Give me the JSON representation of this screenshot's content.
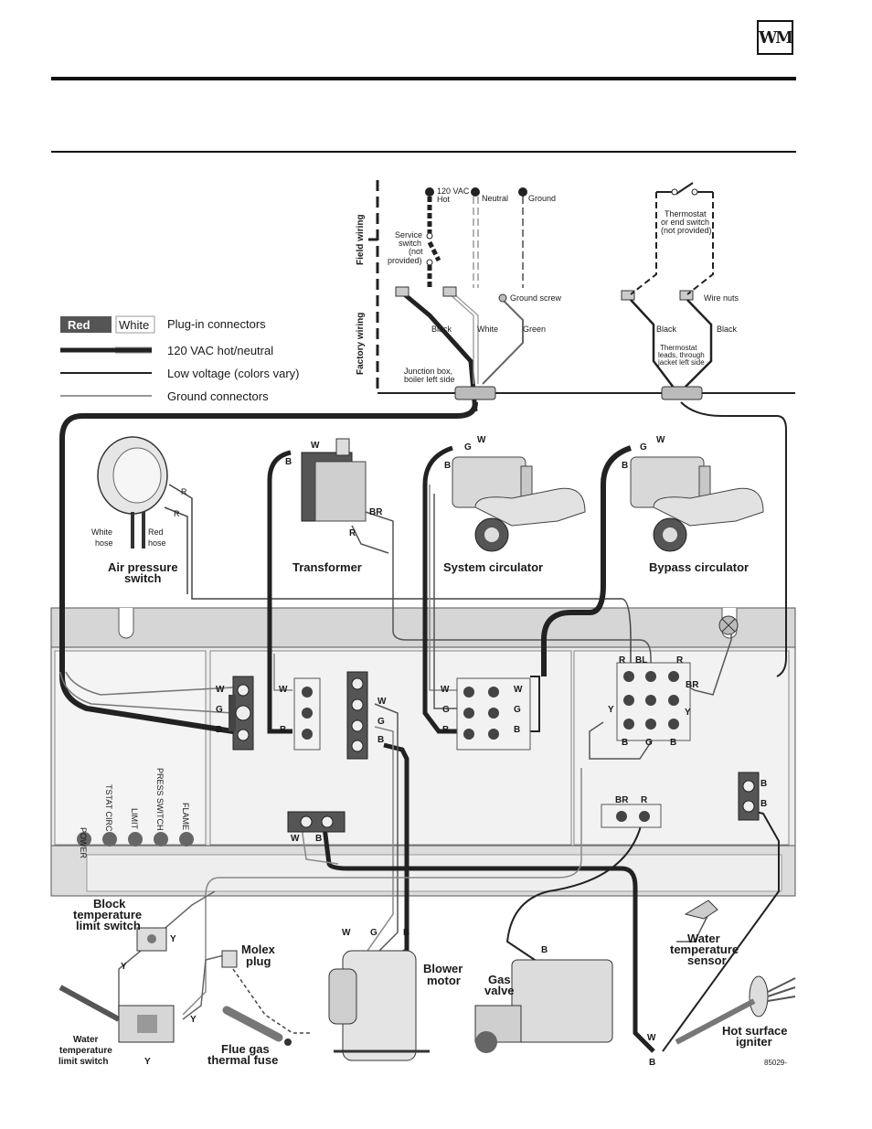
{
  "header": {
    "logo_text": "WM",
    "figure_id": "85029-"
  },
  "legend": {
    "red": "Red",
    "white": "White",
    "plug_in": "Plug-in connectors",
    "hot_neutral": "120 VAC hot/neutral",
    "low_voltage": "Low voltage (colors vary)",
    "ground": "Ground connectors"
  },
  "field": {
    "field_wiring": "Field wiring",
    "factory_wiring": "Factory wiring",
    "hot_1": "120 VAC",
    "hot_2": "Hot",
    "neutral": "Neutral",
    "ground": "Ground",
    "service_1": "Service",
    "service_2": "switch",
    "service_3": "(not",
    "service_4": "provided)",
    "ground_screw": "Ground screw",
    "black": "Black",
    "white": "White",
    "green": "Green",
    "junction_1": "Junction box,",
    "junction_2": "boiler left side",
    "tstat_1": "Thermostat",
    "tstat_2": "or end switch",
    "tstat_3": "(not provided)",
    "wire_nuts": "Wire nuts",
    "black_l": "Black",
    "black_r": "Black",
    "leads_1": "Thermostat",
    "leads_2": "leads, through",
    "leads_3": "jacket left side"
  },
  "components": {
    "air_pressure_1": "Air pressure",
    "air_pressure_2": "switch",
    "white_hose_1": "White",
    "white_hose_2": "hose",
    "red_hose_1": "Red",
    "red_hose_2": "hose",
    "transformer": "Transformer",
    "system_circ": "System circulator",
    "bypass_circ": "Bypass circulator",
    "block_1": "Block",
    "block_2": "temperature",
    "block_3": "limit switch",
    "molex_1": "Molex",
    "molex_2": "plug",
    "blower_1": "Blower",
    "blower_2": "motor",
    "gas_1": "Gas",
    "gas_2": "valve",
    "water_sensor_1": "Water",
    "water_sensor_2": "temperature",
    "water_sensor_3": "sensor",
    "water_limit_1": "Water",
    "water_limit_2": "temperature",
    "water_limit_3": "limit switch",
    "flue_1": "Flue gas",
    "flue_2": "thermal fuse",
    "igniter_1": "Hot surface",
    "igniter_2": "igniter"
  },
  "leds": [
    "POWER",
    "TSTAT CIRC",
    "LIMIT",
    "PRESS SWITCH",
    "FLAME"
  ],
  "wire_codes": {
    "W": "W",
    "G": "G",
    "B": "B",
    "R": "R",
    "BR": "BR",
    "BL": "BL",
    "Y": "Y"
  }
}
